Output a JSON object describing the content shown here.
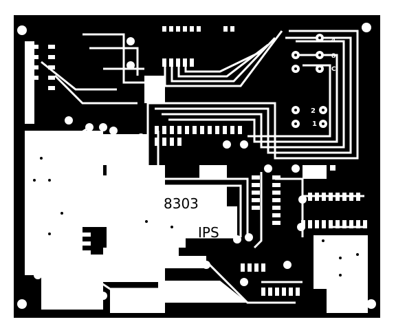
{
  "board": {
    "labels": {
      "code": "8303",
      "maker": "IPS",
      "pad_4": "4",
      "pad_8": "8",
      "pad_c": "C",
      "pad_2": "2",
      "pad_1": "1"
    },
    "colors": {
      "background": "#ffffff",
      "copper": "#000000",
      "pad_hole": "#ffffff"
    },
    "icons": {
      "mounting_hole": "white-circle",
      "pad": "ring-with-hole"
    }
  }
}
